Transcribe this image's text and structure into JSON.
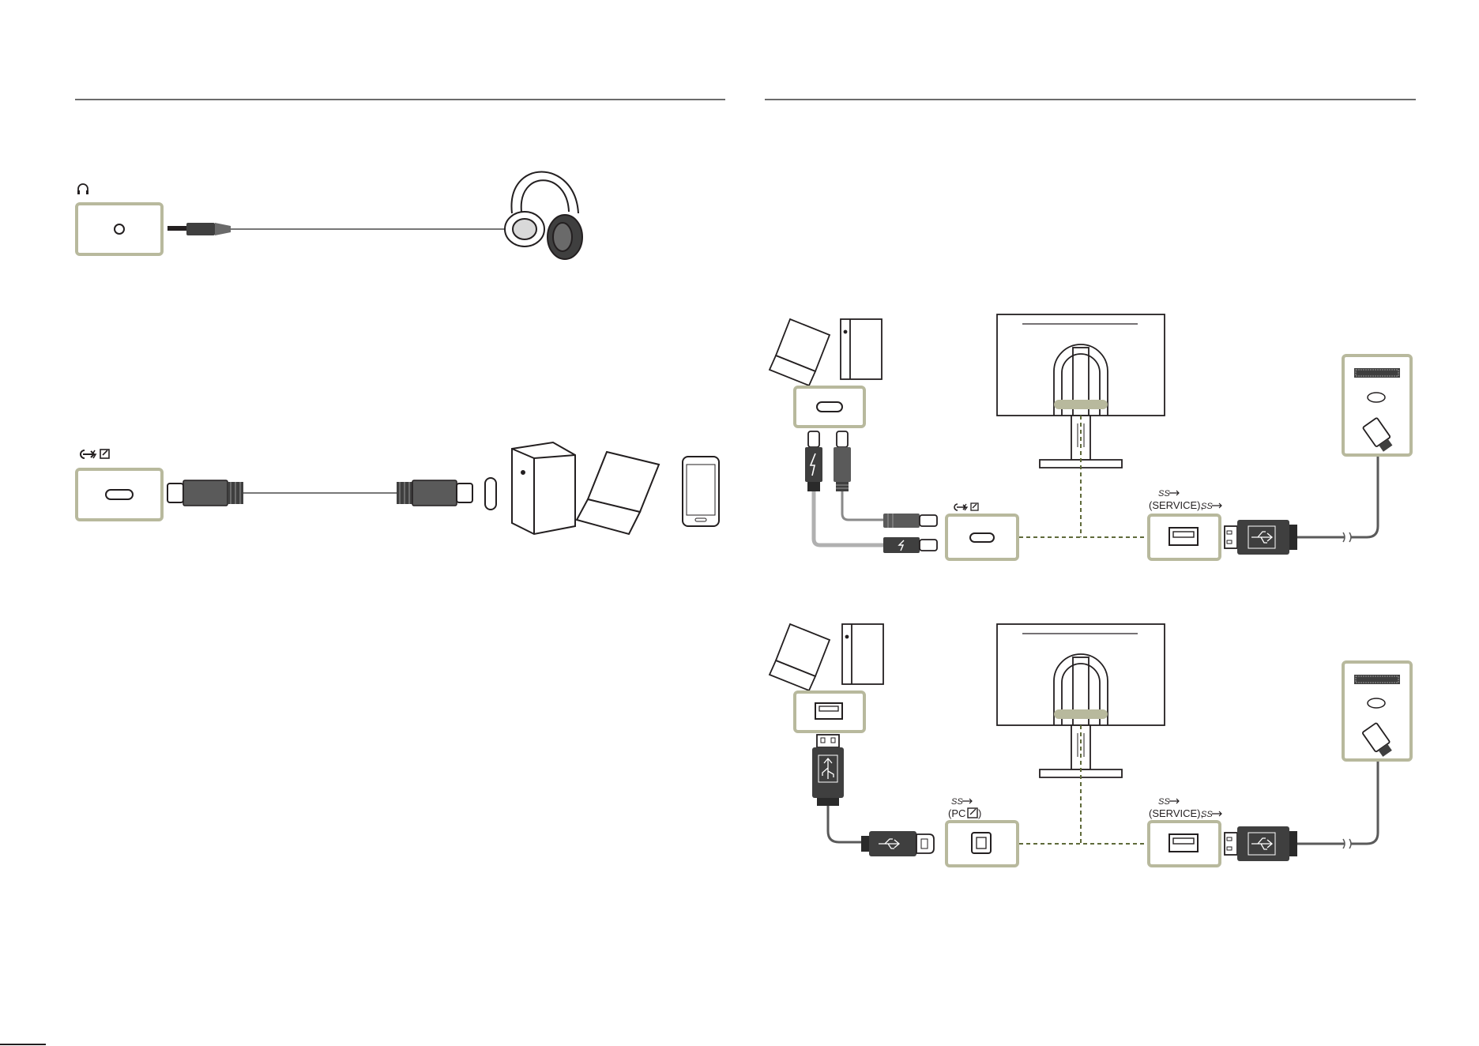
{
  "colors": {
    "port_frame": "#b8b99d",
    "port_fill": "#ffffff",
    "line": "#231f20",
    "dashed": "#5f6a3a",
    "rule": "#3a3a3a",
    "stand_band": "#b8b99d",
    "cable_gray": "#9a9a9a",
    "plug_dark": "#3f3f3f"
  },
  "icons": {
    "headphone_port": "headphone-icon",
    "usbc_port": "usb-c-power-icon",
    "usb_superspeed": "usb-ss-icon",
    "thunderbolt": "thunderbolt-icon",
    "usb_trident": "usb-trident-icon"
  },
  "labels": {
    "service_top": "(SERVICE),",
    "service_bottom": "(SERVICE),",
    "pc_port": "(PC",
    "pc_port_close": ")",
    "ss_mark": "SS"
  }
}
